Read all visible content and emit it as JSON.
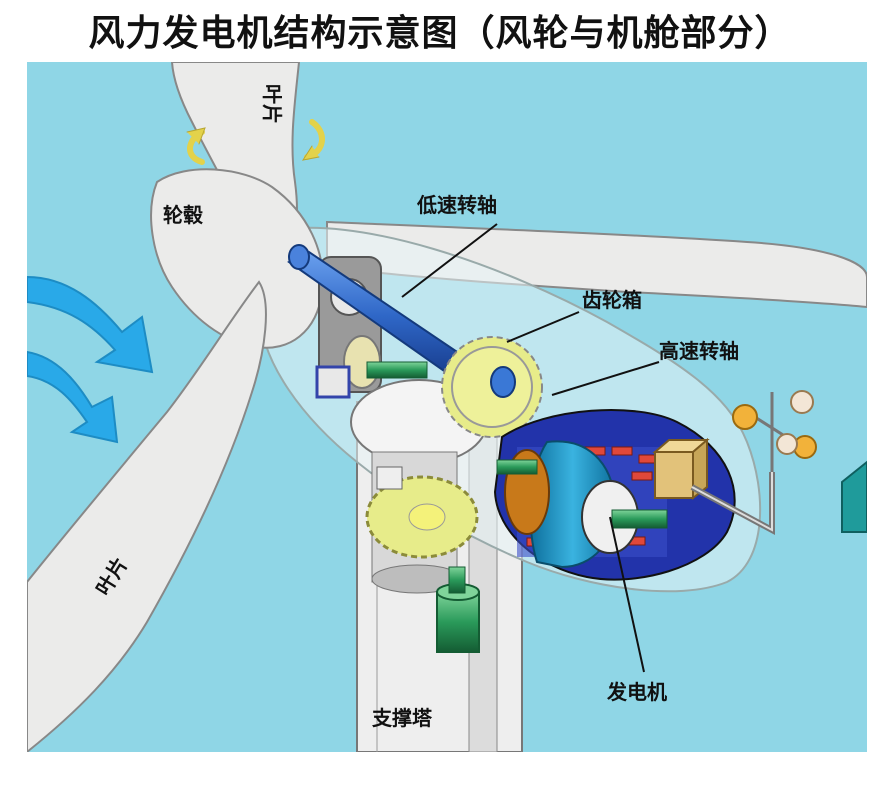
{
  "title": "风力发电机结构示意图（风轮与机舱部分）",
  "labels": {
    "blade_top": "叶片",
    "blade_bottom": "叶片",
    "hub": "轮毂",
    "low_speed_shaft": "低速转轴",
    "gearbox": "齿轮箱",
    "high_speed_shaft": "高速转轴",
    "generator": "发电机",
    "tower": "支撑塔"
  },
  "colors": {
    "sky": "#8fd6e6",
    "blade": "#ebebea",
    "gear": "#e7ec8a",
    "shaft": "#2f67c7",
    "wind_arrow": "#29a9e8",
    "generator_core": "#1f8fc2",
    "generator_red": "#e0483a"
  },
  "icons": [
    "wind-arrow-icon",
    "rotation-arrow-icon",
    "anemometer-icon"
  ]
}
